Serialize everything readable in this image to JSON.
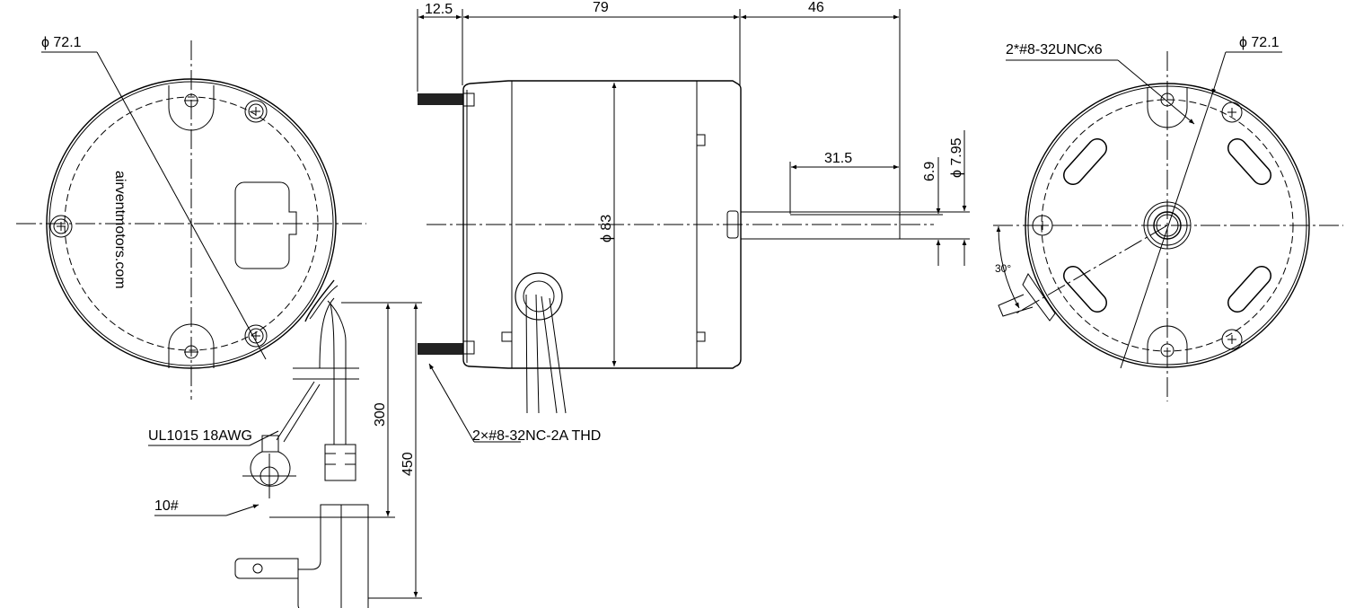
{
  "left_view": {
    "diameter_label": "ϕ 72.1",
    "brand_text": "airventmotors.com",
    "wire_label": "UL1015 18AWG",
    "terminal_label": "10#",
    "dim_cord_300": "300",
    "dim_cord_450": "450"
  },
  "side_view": {
    "dim_stud": "12.5",
    "dim_body": "79",
    "dim_shaft": "46",
    "dim_flat": "31.5",
    "dim_flat_dia": "6.9",
    "dim_shaft_dia": "ϕ 7.95",
    "dim_body_dia": "ϕ 83",
    "stud_label": "2×#8-32NC-2A THD"
  },
  "right_view": {
    "thread_label": "2*#8-32UNCx6",
    "diameter_label": "ϕ 72.1",
    "angle_label": "30°"
  }
}
